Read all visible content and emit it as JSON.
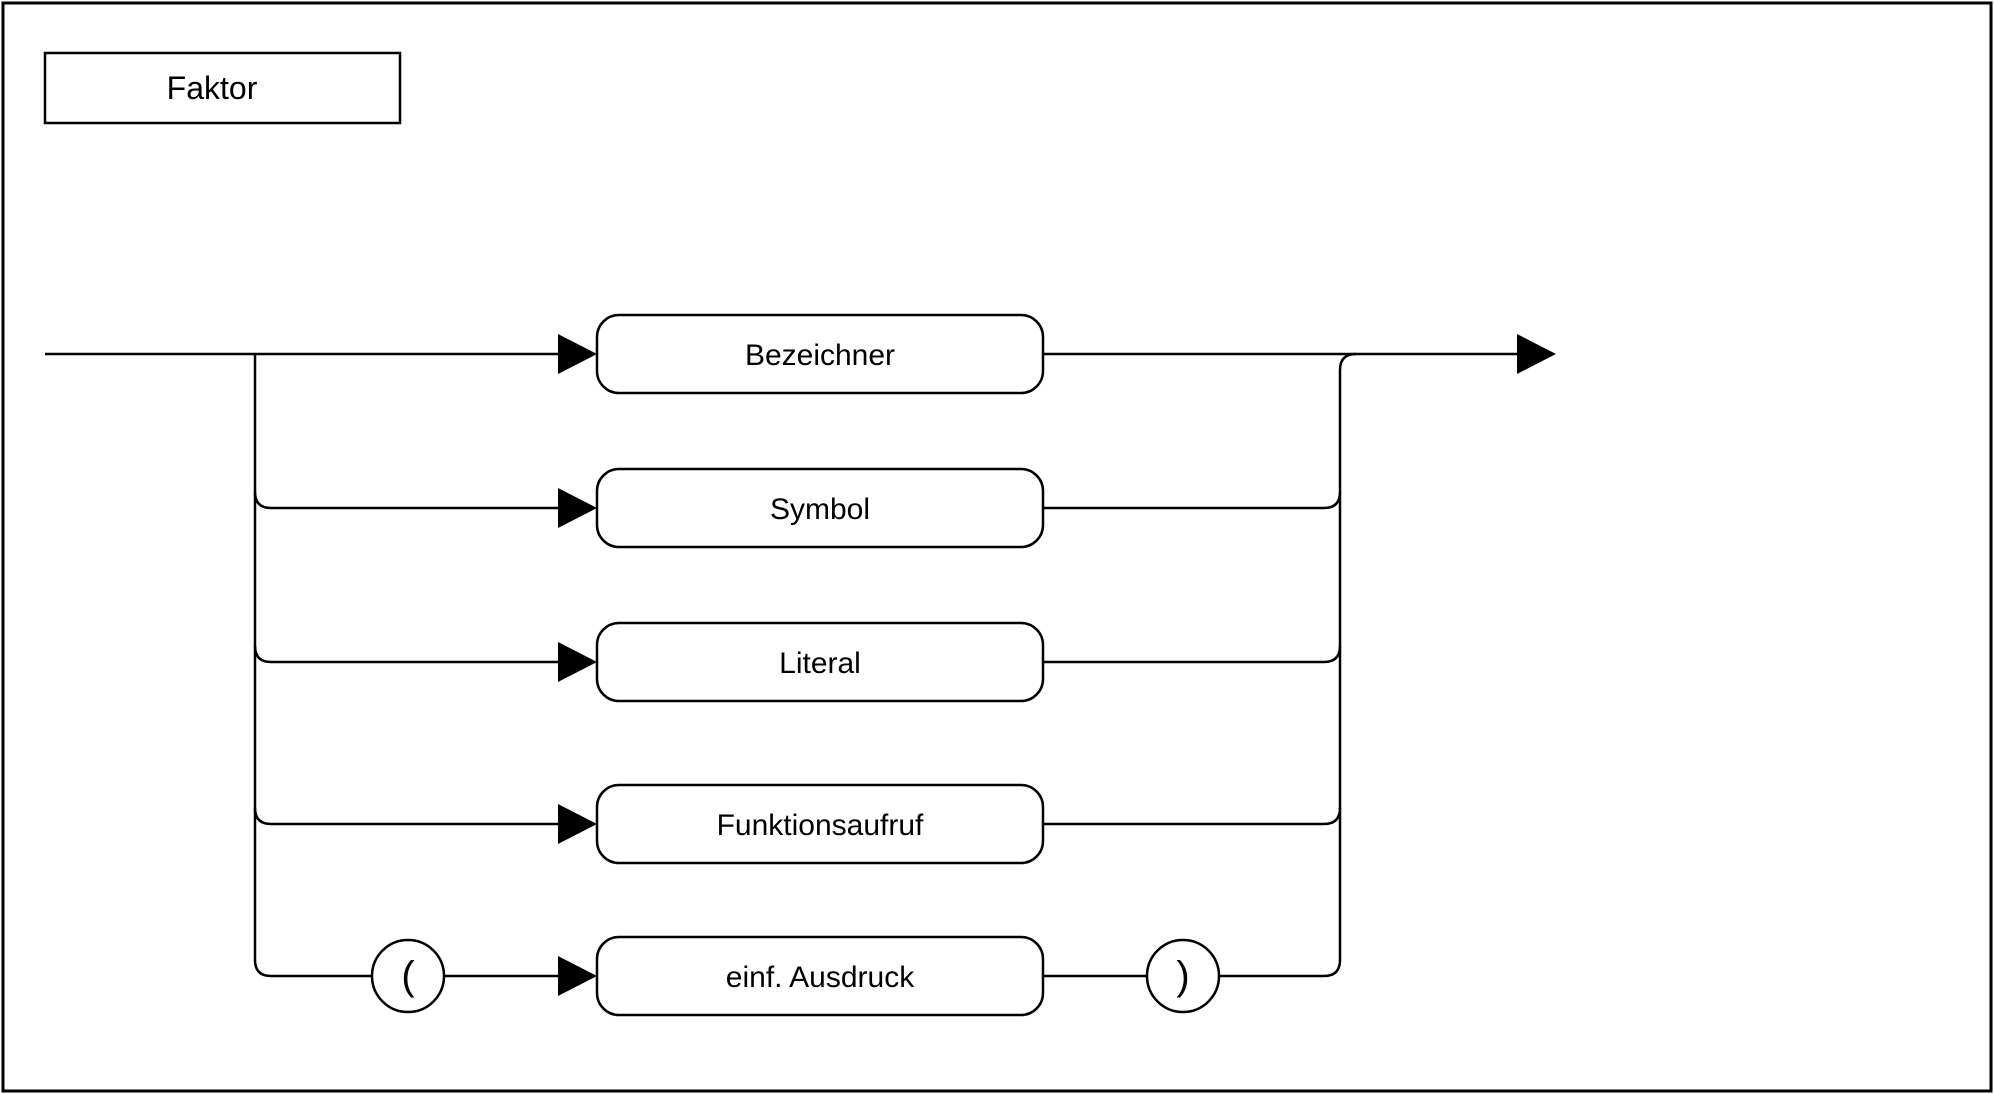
{
  "diagram": {
    "title": "Faktor",
    "branches": [
      {
        "label": "Bezeichner"
      },
      {
        "label": "Symbol"
      },
      {
        "label": "Literal"
      },
      {
        "label": "Funktionsaufruf"
      },
      {
        "label": "einf. Ausdruck"
      }
    ],
    "terminals": {
      "open_paren": "(",
      "close_paren": ")"
    },
    "colors": {
      "stroke": "#000000",
      "background": "#ffffff"
    }
  }
}
